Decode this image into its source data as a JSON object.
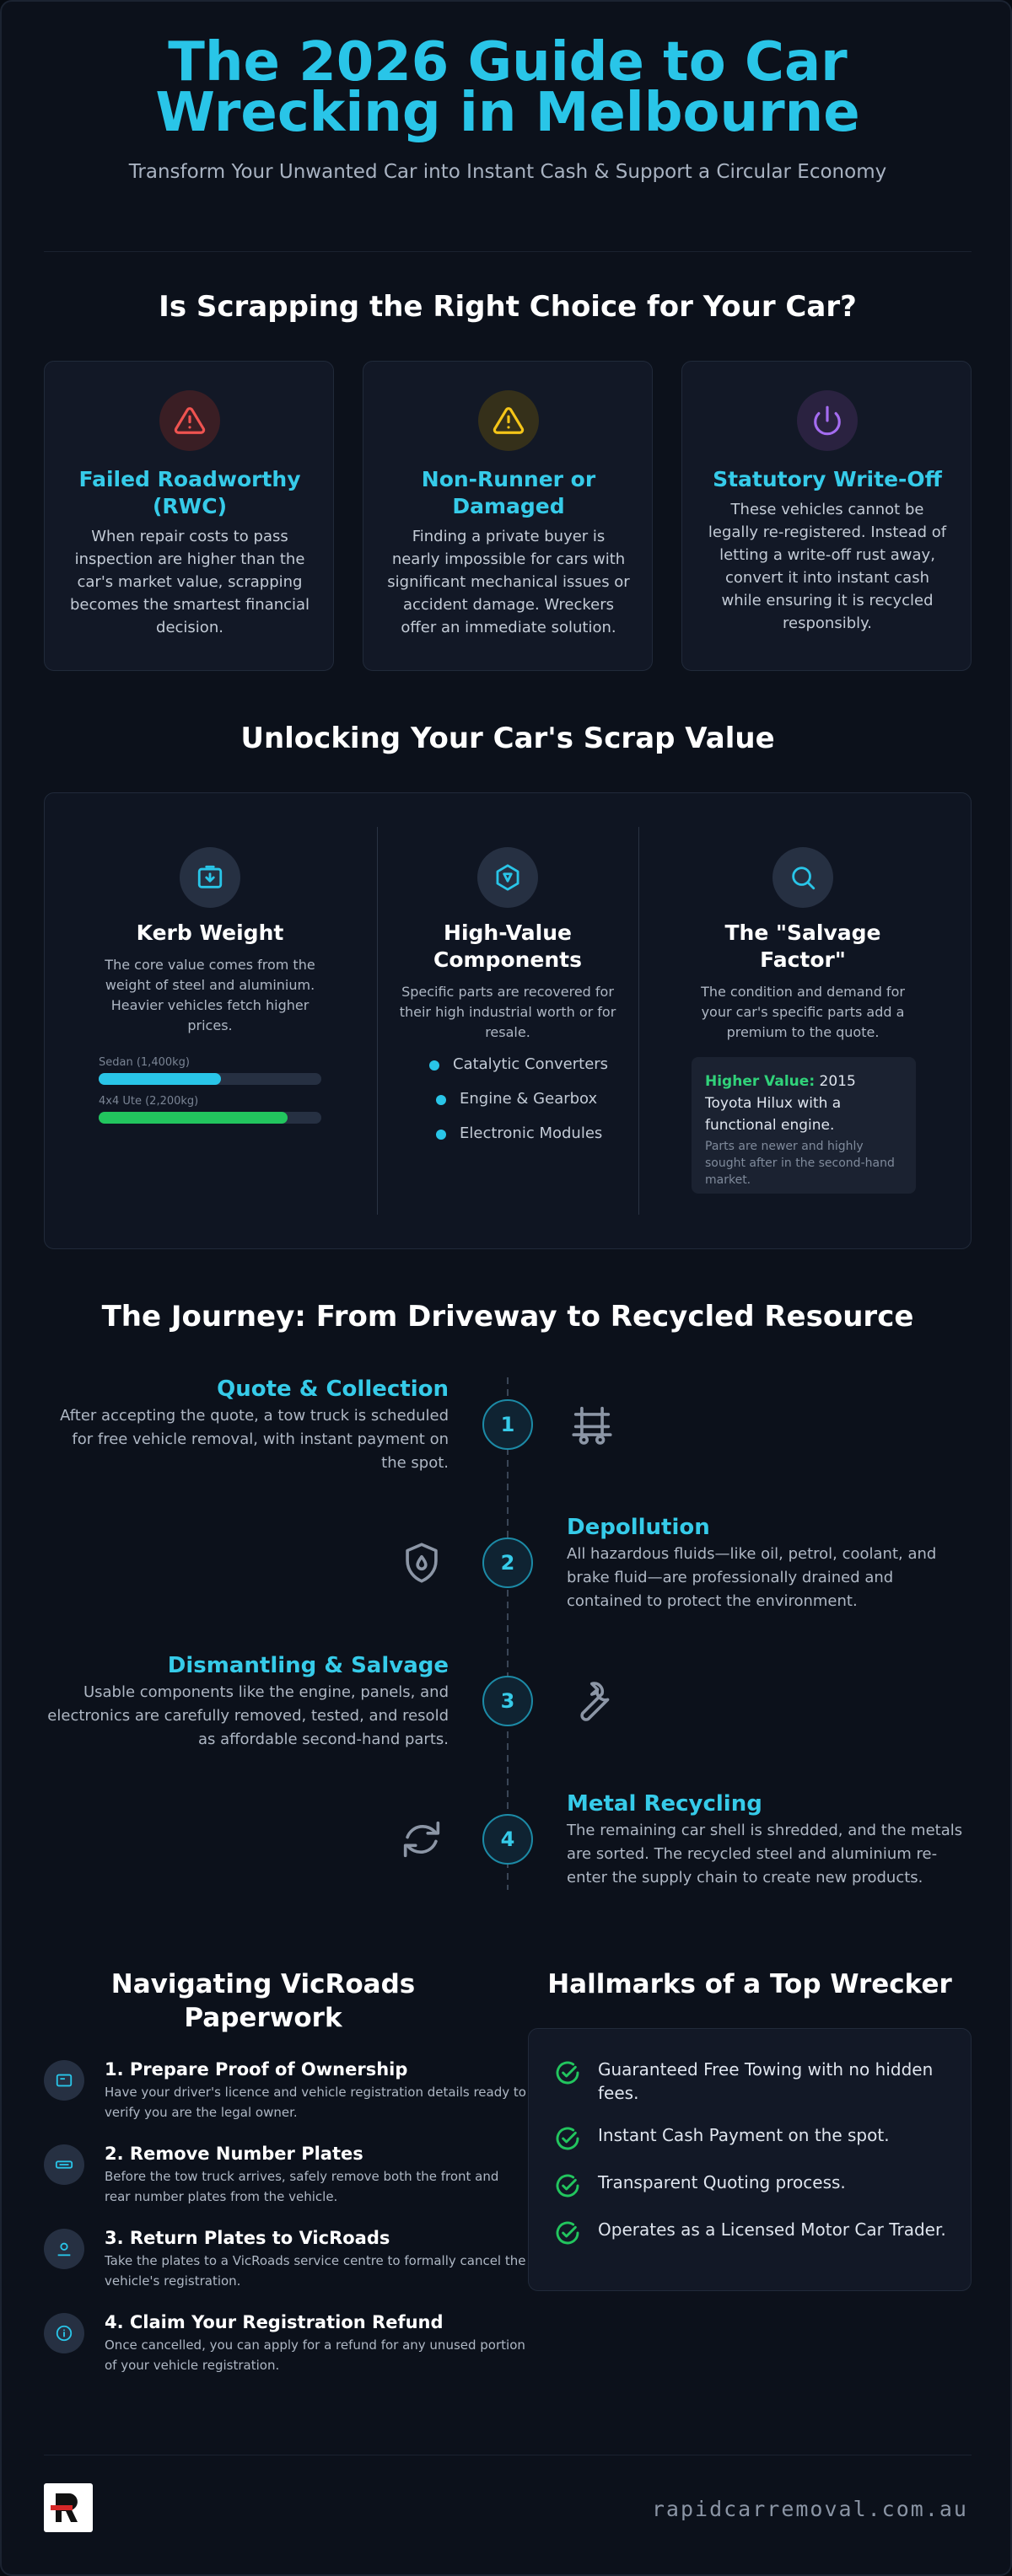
{
  "header": {
    "title": "The 2026 Guide to Car Wrecking in Melbourne",
    "subtitle": "Transform Your Unwanted Car into Instant Cash & Support a Circular Economy"
  },
  "choice": {
    "title": "Is Scrapping the Right Choice for Your Car?",
    "cards": [
      {
        "icon": "warning-icon",
        "title": "Failed Roadworthy (RWC)",
        "text": "When repair costs to pass inspection are higher than the car's market value, scrapping becomes the smartest financial decision.",
        "color": "#ef5350"
      },
      {
        "icon": "warning-icon",
        "title": "Non-Runner or Damaged",
        "text": "Finding a private buyer is nearly impossible for cars with significant mechanical issues or accident damage. Wreckers offer an immediate solution.",
        "color": "#f5c518"
      },
      {
        "icon": "power-icon",
        "title": "Statutory Write-Off",
        "text": "These vehicles cannot be legally re-registered. Instead of letting a write-off rust away, convert it into instant cash while ensuring it is recycled responsibly.",
        "color": "#a46cf0"
      }
    ]
  },
  "value": {
    "title": "Unlocking Your Car's Scrap Value",
    "kerb": {
      "title": "Kerb Weight",
      "text": "The core value comes from the weight of steel and aluminium. Heavier vehicles fetch higher prices.",
      "bars": [
        {
          "label": "Sedan (1,400kg)",
          "fraction": 0.55,
          "color": "#29c5e8"
        },
        {
          "label": "4x4 Ute (2,200kg)",
          "fraction": 0.85,
          "color": "#22c55e"
        }
      ]
    },
    "components": {
      "title": "High-Value Components",
      "text": "Specific parts are recovered for their high industrial worth or for resale.",
      "items": [
        "Catalytic Converters",
        "Engine & Gearbox",
        "Electronic Modules"
      ]
    },
    "salvage": {
      "title": "The \"Salvage Factor\"",
      "text": "The condition and demand for your car's specific parts add a premium to the quote.",
      "highlight_label": "Higher Value:",
      "highlight_text": "2015 Toyota Hilux with a functional engine.",
      "note": "Parts are newer and highly sought after in the second-hand market."
    }
  },
  "journey": {
    "title": "The Journey: From Driveway to Recycled Resource",
    "steps": [
      {
        "num": "1",
        "title": "Quote & Collection",
        "text": "After accepting the quote, a tow truck is scheduled for free vehicle removal, with instant payment on the spot."
      },
      {
        "num": "2",
        "title": "Depollution",
        "text": "All hazardous fluids—like oil, petrol, coolant, and brake fluid—are professionally drained and contained to protect the environment."
      },
      {
        "num": "3",
        "title": "Dismantling & Salvage",
        "text": "Usable components like the engine, panels, and electronics are carefully removed, tested, and resold as affordable second-hand parts."
      },
      {
        "num": "4",
        "title": "Metal Recycling",
        "text": "The remaining car shell is shredded, and the metals are sorted. The recycled steel and aluminium re-enter the supply chain to create new products."
      }
    ]
  },
  "paperwork": {
    "title": "Navigating VicRoads Paperwork",
    "items": [
      {
        "title": "1. Prepare Proof of Ownership",
        "text": "Have your driver's licence and vehicle registration details ready to verify you are the legal owner."
      },
      {
        "title": "2. Remove Number Plates",
        "text": "Before the tow truck arrives, safely remove both the front and rear number plates from the vehicle."
      },
      {
        "title": "3. Return Plates to VicRoads",
        "text": "Take the plates to a VicRoads service centre to formally cancel the vehicle's registration."
      },
      {
        "title": "4. Claim Your Registration Refund",
        "text": "Once cancelled, you can apply for a refund for any unused portion of your vehicle registration."
      }
    ]
  },
  "hallmarks": {
    "title": "Hallmarks of a Top Wrecker",
    "items": [
      "Guaranteed Free Towing with no hidden fees.",
      "Instant Cash Payment on the spot.",
      "Transparent Quoting process.",
      "Operates as a Licensed Motor Car Trader."
    ]
  },
  "footer": {
    "url": "rapidcarremoval.com.au"
  },
  "colors": {
    "accent": "#29c5e8",
    "success": "#22c55e",
    "background": "#0c111b"
  }
}
